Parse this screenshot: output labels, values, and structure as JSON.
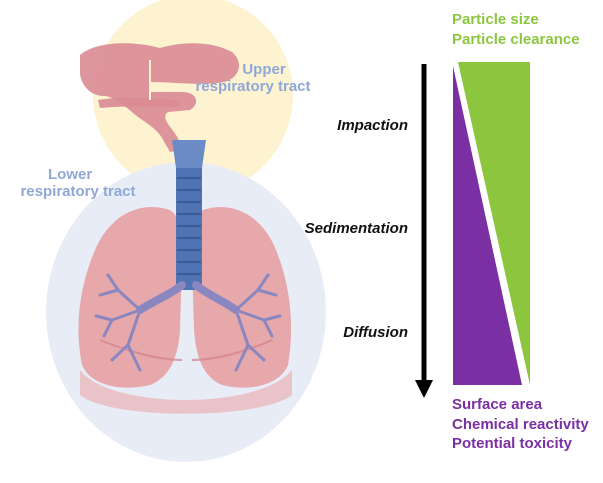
{
  "labels": {
    "upper_tract": [
      "Upper",
      "respiratory tract"
    ],
    "lower_tract": [
      "Lower",
      "respiratory tract"
    ],
    "mechanisms": [
      "Impaction",
      "Sedimentation",
      "Diffusion"
    ],
    "top_properties": [
      "Particle size",
      "Particle clearance"
    ],
    "bottom_properties": [
      "Surface area",
      "Chemical reactivity",
      "Potential toxicity"
    ]
  },
  "colors": {
    "green": "#8cc63f",
    "purple": "#7a2fa3",
    "blue_text": "#8fa8d8",
    "upper_halo": "#fdf3d0",
    "lower_halo": "#e8ecf6",
    "lung": "#e7a4a8",
    "airway": "#4f73b3"
  },
  "icons": [
    "respiratory-system-illustration",
    "down-arrow-icon"
  ]
}
